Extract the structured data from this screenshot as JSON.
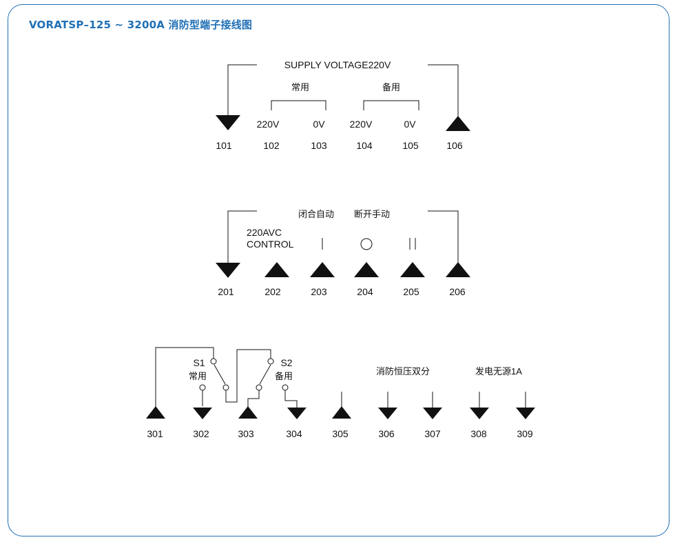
{
  "title": "VORATSP–125 ~ 3200A 消防型端子接线图",
  "section1": {
    "supply_label": "SUPPLY VOLTAGE220V",
    "normal_label": "常用",
    "backup_label": "备用",
    "volt_labels": [
      "220V",
      "0V",
      "220V",
      "0V"
    ],
    "terminals": [
      "101",
      "102",
      "103",
      "104",
      "105",
      "106"
    ]
  },
  "section2": {
    "close_auto_label": "闭合自动",
    "open_manual_label": "断开手动",
    "control_line1": "220AVC",
    "control_line2": "CONTROL",
    "symbols": [
      "|",
      "○",
      "||"
    ],
    "terminals": [
      "201",
      "202",
      "203",
      "204",
      "205",
      "206"
    ]
  },
  "section3": {
    "s1_label": "S1",
    "s1_sub": "常用",
    "s2_label": "S2",
    "s2_sub": "备用",
    "fire_label": "消防恒压双分",
    "gen_label": "发电无源1A",
    "terminals": [
      "301",
      "302",
      "303",
      "304",
      "305",
      "306",
      "307",
      "308",
      "309"
    ]
  }
}
